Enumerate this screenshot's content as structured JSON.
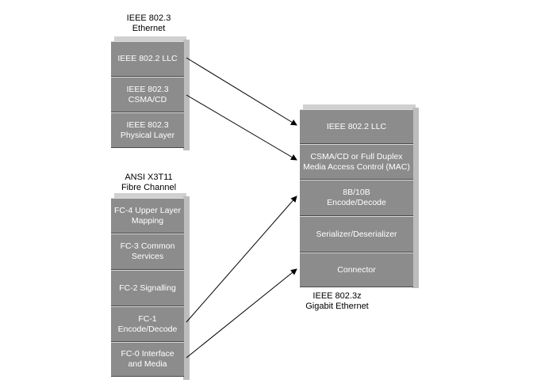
{
  "left_top": {
    "caption": "IEEE 802.3\nEthernet",
    "layers": [
      "IEEE 802.2 LLC",
      "IEEE 802.3\nCSMA/CD",
      "IEEE 802.3\nPhysical Layer"
    ]
  },
  "left_bottom": {
    "caption": "ANSI X3T11\nFibre Channel",
    "layers": [
      "FC-4 Upper Layer\nMapping",
      "FC-3 Common\nServices",
      "FC-2 Signalling",
      "FC-1\nEncode/Decode",
      "FC-0 Interface\nand Media"
    ]
  },
  "right": {
    "caption": "IEEE 802.3z\nGigabit Ethernet",
    "layers": [
      "IEEE 802.2 LLC",
      "CSMA/CD or Full Duplex\nMedia Access Control (MAC)",
      "8B/10B\nEncode/Decode",
      "Serializer/Deserializer",
      "Connector"
    ]
  },
  "colors": {
    "layer_fill": "#8c8c8c",
    "layer_text": "#ffffff"
  }
}
